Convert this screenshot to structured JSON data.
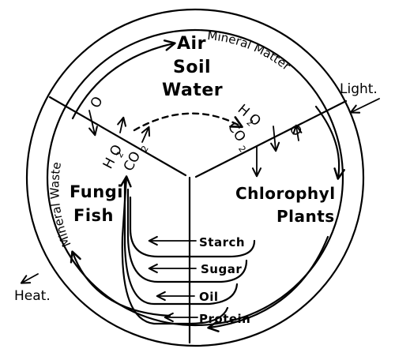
{
  "sections": {
    "top": {
      "line1": "Air",
      "line2": "Soil",
      "line3": "Water"
    },
    "left": {
      "line1": "Fungi",
      "line2": "Fish"
    },
    "right": {
      "line1": "Chlorophyl",
      "line2": "Plants"
    }
  },
  "rim_labels": {
    "mineral_matter": "Mineral Matter",
    "mineral_waste": "Mineral Waste"
  },
  "outside_labels": {
    "light": "Light.",
    "heat": "Heat."
  },
  "gas_labels": {
    "left_o": "O",
    "left_h2o": "H O",
    "left_h2o_sub": "2",
    "left_co2": "CO",
    "left_co2_sub": "2",
    "right_o": "O",
    "right_h2o": "H O",
    "right_h2o_sub": "2",
    "right_co2": "CO",
    "right_co2_sub": "2"
  },
  "products": [
    "Starch",
    "Sugar",
    "Oil",
    "Protein"
  ]
}
